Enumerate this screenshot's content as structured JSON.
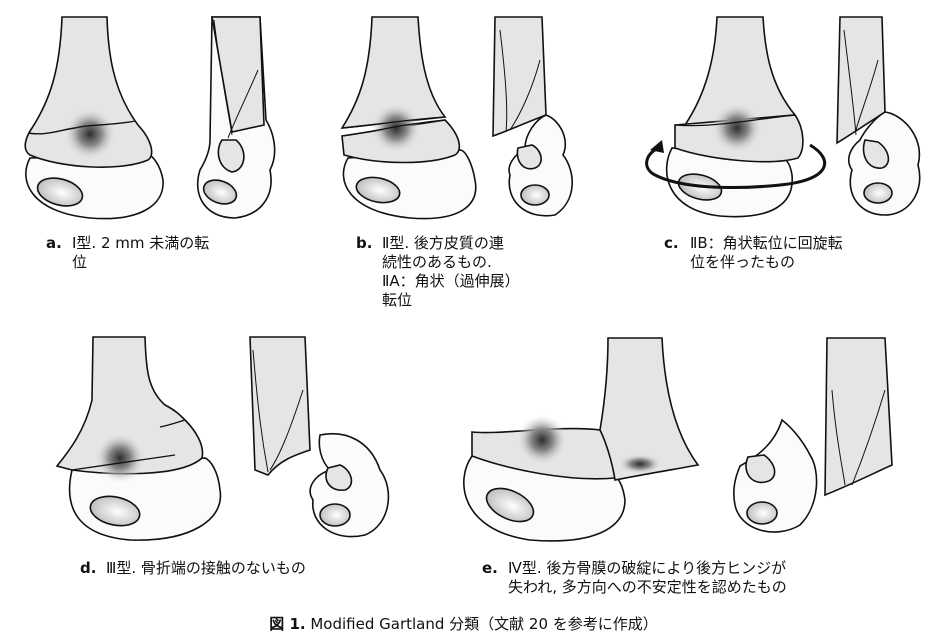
{
  "figure": {
    "number_label": "図 1.",
    "title": "Modified Gartland 分類",
    "note": "（文献 20 を参考に作成）"
  },
  "colors": {
    "bone_fill": "#e4e6e6",
    "epiphysis_fill": "#fbfbfb",
    "outline": "#111111",
    "hematoma": "#3a3a3a"
  },
  "panels": [
    {
      "id": "a",
      "letter": "a.",
      "lines": [
        "Ⅰ型. 2 mm 未満の転",
        "位"
      ]
    },
    {
      "id": "b",
      "letter": "b.",
      "lines": [
        "Ⅱ型. 後方皮質の連",
        "続性のあるもの.",
        "ⅡA：角状（過伸展）",
        "転位"
      ]
    },
    {
      "id": "c",
      "letter": "c.",
      "lines": [
        "ⅡB：角状転位に回旋転",
        "位を伴ったもの"
      ]
    },
    {
      "id": "d",
      "letter": "d.",
      "lines": [
        "Ⅲ型. 骨折端の接触のないもの"
      ]
    },
    {
      "id": "e",
      "letter": "e.",
      "lines": [
        "Ⅳ型. 後方骨膜の破綻により後方ヒンジが",
        "失われ, 多方向への不安定性を認めたもの"
      ]
    }
  ],
  "diagram_elements": {
    "views": [
      "AP view (distal humerus)",
      "lateral view (distal humerus)"
    ],
    "annotations": [
      "rotation-arrow (panel c)"
    ]
  }
}
